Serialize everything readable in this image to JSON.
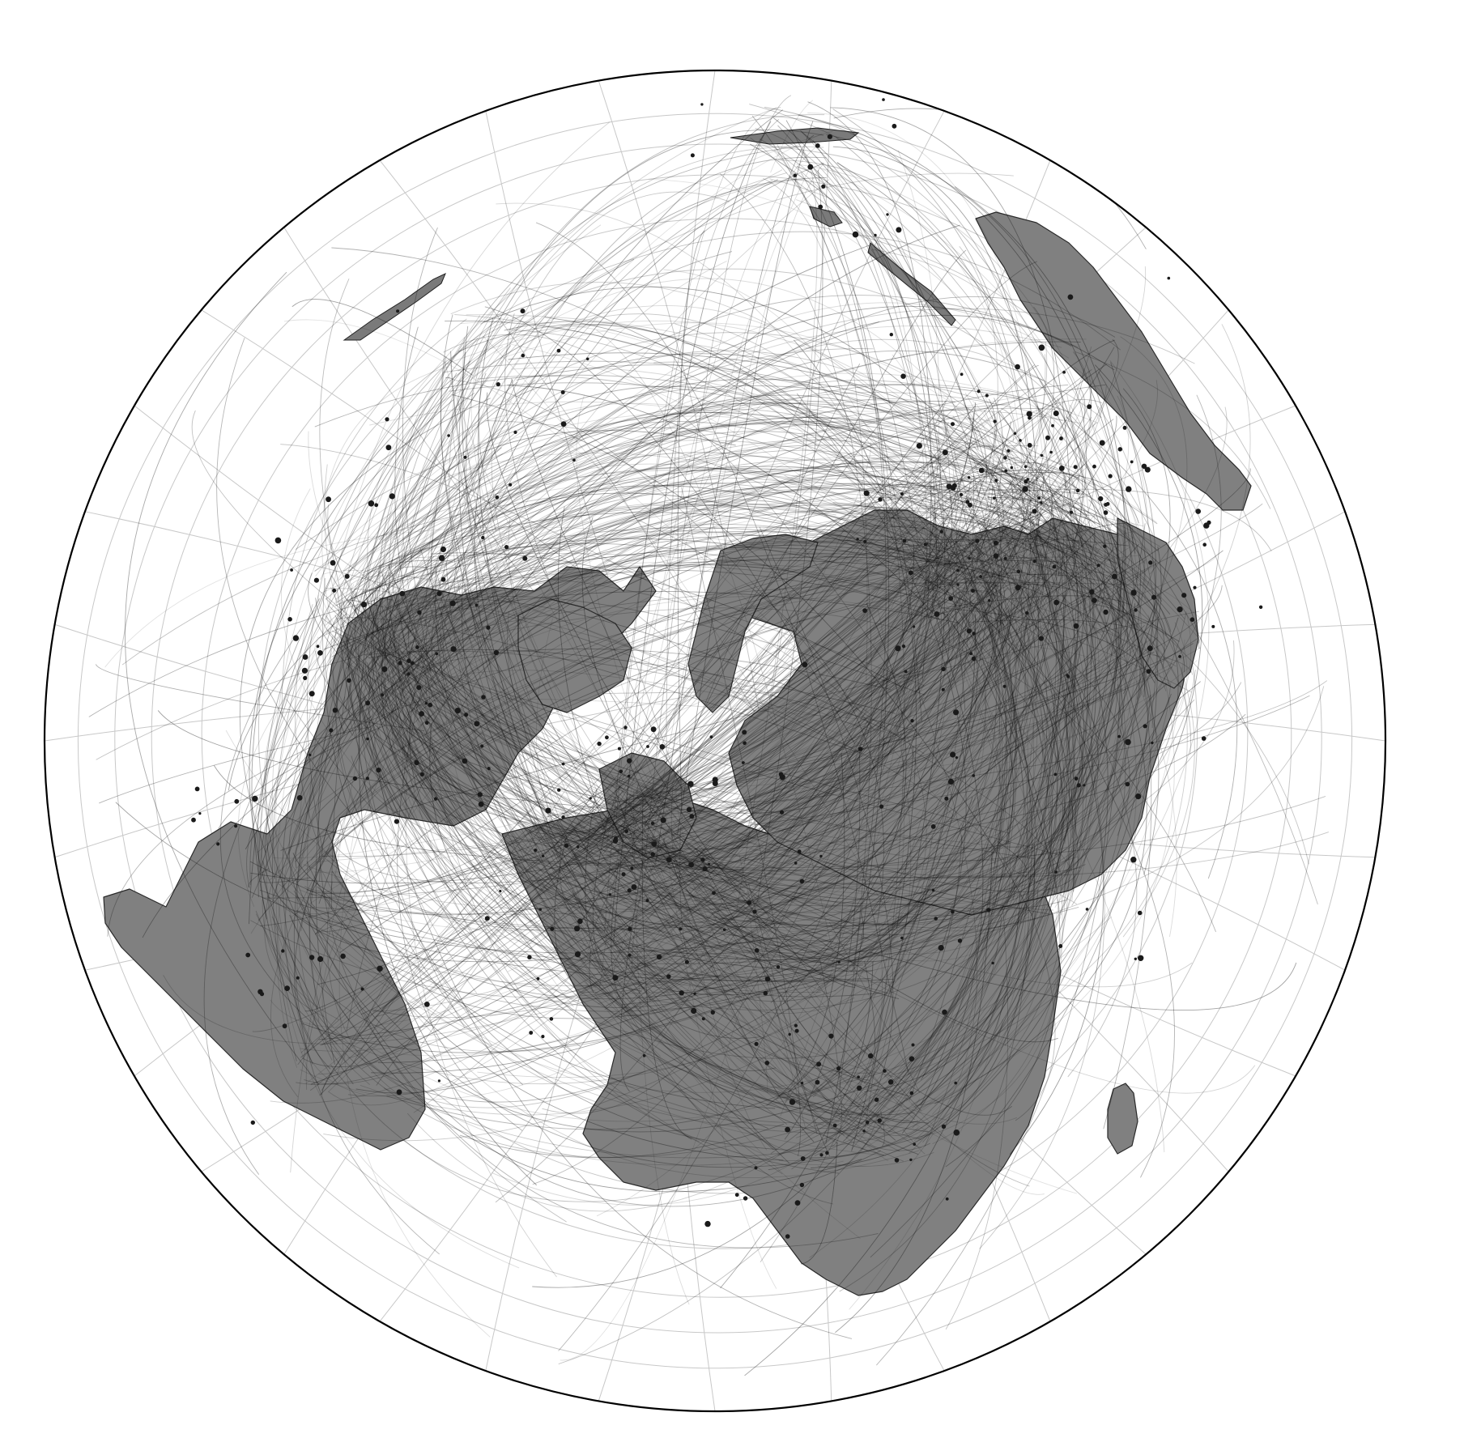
{
  "map": {
    "type": "map",
    "projection": "azimuthal-orthographic",
    "title": "",
    "graticule": true,
    "colors": {
      "background": "#ffffff",
      "land": "#808080",
      "land_outline": "#2a2a2a",
      "graticule": "#c8c8c8",
      "routes": "#111111",
      "airports": "#1a1a1a",
      "rim": "#000000"
    },
    "layers": [
      "graticule",
      "land-masses",
      "flight-routes",
      "airport-markers",
      "globe-rim"
    ]
  }
}
